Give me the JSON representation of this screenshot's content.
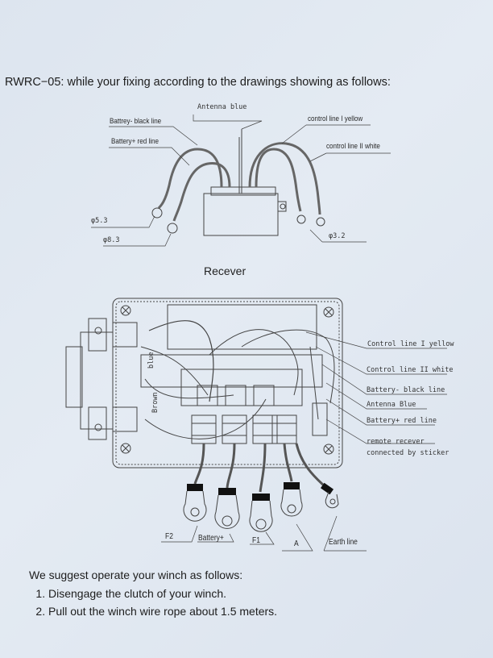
{
  "heading": "RWRC−05: while your fixing according to the drawings showing as follows:",
  "top_diagram": {
    "antenna": "Antenna blue",
    "battery_neg": "Battrey- black line",
    "battery_pos": "Battery+ red line",
    "ctrl1": "control line I yellow",
    "ctrl2": "control line II white",
    "dia1": "φ5.3",
    "dia2": "φ8.3",
    "dia3": "φ3.2"
  },
  "receiver_label": "Recever",
  "bottom_diagram": {
    "ctrl1": "Control line I yellow",
    "ctrl2": "Control line II white",
    "battery_neg": "Battery-  black line",
    "antenna": "Antenna Blue",
    "battery_pos": "Battery+ red line",
    "remote1": "remote recever",
    "remote2": "connected by sticker",
    "blue": "blue",
    "brown": "Brown",
    "f2": "F2",
    "battery": "Battery+",
    "f1": "F1",
    "a": "A",
    "earth": "Earth line"
  },
  "instructions": {
    "intro": "We suggest operate your winch as follows:",
    "items": [
      "Disengage the clutch of your winch.",
      "Pull out the winch wire rope about 1.5 meters."
    ]
  }
}
